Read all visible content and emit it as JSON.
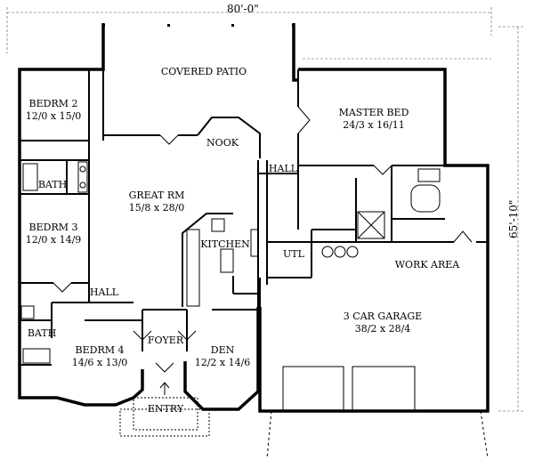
{
  "dimensions": {
    "width": "80'-0\"",
    "depth": "65'-10\""
  },
  "rooms": {
    "covered_patio": {
      "name": "COVERED PATIO"
    },
    "bedrm2": {
      "name": "BEDRM 2",
      "size": "12/0 x 15/0"
    },
    "master_bed": {
      "name": "MASTER BED",
      "size": "24/3 x 16/11"
    },
    "nook": {
      "name": "NOOK"
    },
    "hall_upper": {
      "name": "HALL"
    },
    "bath_upper": {
      "name": "BATH"
    },
    "great_rm": {
      "name": "GREAT RM",
      "size": "15/8 x 28/0"
    },
    "bedrm3": {
      "name": "BEDRM 3",
      "size": "12/0 x 14/9"
    },
    "kitchen": {
      "name": "KITCHEN"
    },
    "utl": {
      "name": "UTL"
    },
    "work_area": {
      "name": "WORK AREA"
    },
    "hall_lower": {
      "name": "HALL"
    },
    "garage": {
      "name": "3 CAR GARAGE",
      "size": "38/2 x 28/4"
    },
    "foyer": {
      "name": "FOYER"
    },
    "bath_lower": {
      "name": "BATH"
    },
    "bedrm4": {
      "name": "BEDRM 4",
      "size": "14/6 x 13/0"
    },
    "den": {
      "name": "DEN",
      "size": "12/2 x 14/6"
    },
    "entry": {
      "name": "ENTRY"
    }
  }
}
